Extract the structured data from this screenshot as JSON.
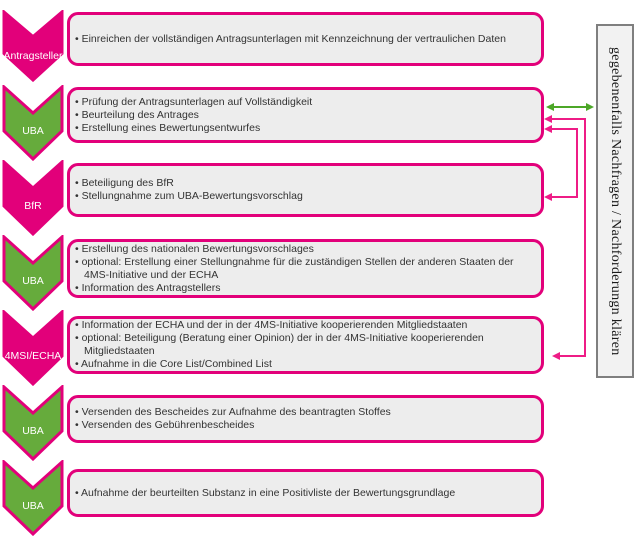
{
  "colors": {
    "magenta": "#E2007A",
    "arrow_magenta": "#EE1C86",
    "green": "#66AB3C",
    "arrow_green": "#4CA728",
    "box_fill": "#EDEDED",
    "box_text": "#333333",
    "side_fill": "#F2F2F2",
    "side_border": "#7F7F7F"
  },
  "diagram": {
    "side_note": "gegebenenfalls Nachfragen / Nachforderungn klären",
    "steps": [
      {
        "actor": "Antragsteller",
        "chevron_color": "magenta",
        "items": [
          "Einreichen der vollständigen Antragsunterlagen mit Kennzeichnung der vertraulichen Daten"
        ]
      },
      {
        "actor": "UBA",
        "chevron_color": "green",
        "items": [
          "Prüfung der Antragsunterlagen auf Vollständigkeit",
          "Beurteilung des Antrages",
          "Erstellung eines Bewertungsentwurfes"
        ]
      },
      {
        "actor": "BfR",
        "chevron_color": "magenta",
        "items": [
          "Beteiligung des BfR",
          "Stellungnahme zum UBA-Bewertungsvorschlag"
        ]
      },
      {
        "actor": "UBA",
        "chevron_color": "green",
        "items": [
          "Erstellung des nationalen Bewertungsvorschlages",
          "optional: Erstellung einer Stellungnahme für die zuständigen Stellen der anderen Staaten der 4MS-Initiative und der ECHA",
          "Information des Antragstellers"
        ]
      },
      {
        "actor": "4MSI/ECHA",
        "chevron_color": "magenta",
        "items": [
          "Information der ECHA und der in der 4MS-Initiative kooperierenden Mitgliedstaaten",
          "optional: Beteiligung (Beratung einer Opinion) der in der 4MS-Initiative kooperierenden Mitgliedstaaten",
          "Aufnahme in die Core  List/Combined List"
        ]
      },
      {
        "actor": "UBA",
        "chevron_color": "green",
        "items": [
          "Versenden des Bescheides zur Aufnahme des beantragten Stoffes",
          "Versenden des Gebührenbescheides"
        ]
      },
      {
        "actor": "UBA",
        "chevron_color": "green",
        "items": [
          "Aufnahme der beurteilten Substanz in eine Positivliste der Bewertungsgrundlage"
        ]
      }
    ]
  }
}
